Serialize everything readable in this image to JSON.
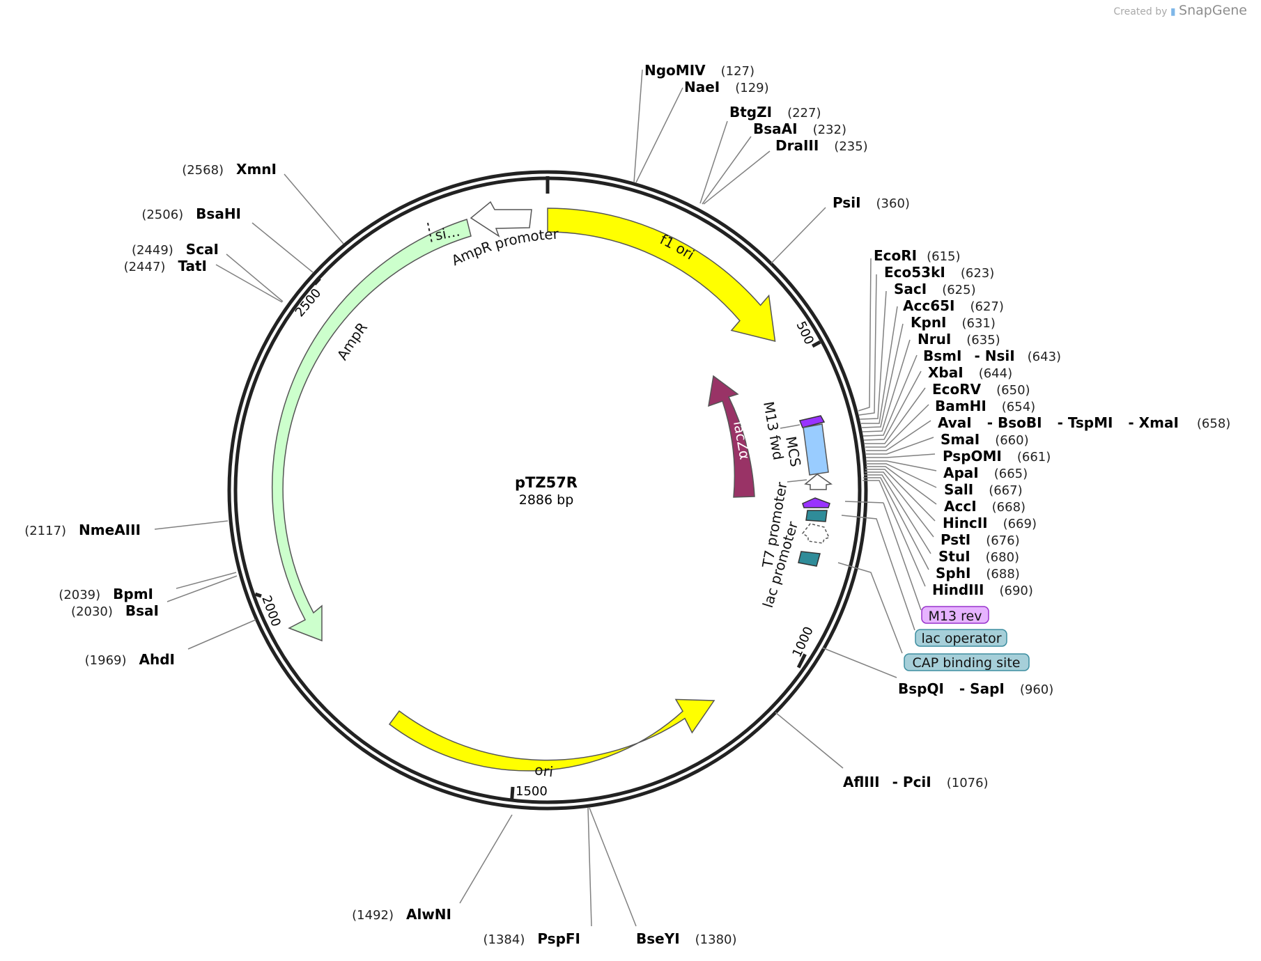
{
  "plasmid": {
    "name": "pTZ57R",
    "length_label": "2886 bp",
    "length": 2886
  },
  "watermark": {
    "prefix": "Created by",
    "brand": "SnapGene"
  },
  "scale_ticks": [
    {
      "bp": 500,
      "label": "500"
    },
    {
      "bp": 1000,
      "label": "1000"
    },
    {
      "bp": 1500,
      "label": "1500"
    },
    {
      "bp": 2000,
      "label": "2000"
    },
    {
      "bp": 2500,
      "label": "2500"
    }
  ],
  "features": [
    {
      "id": "f1-ori",
      "label": "f1 ori",
      "color": "#ffff00"
    },
    {
      "id": "ori",
      "label": "ori",
      "color": "#ffff00"
    },
    {
      "id": "ampr",
      "label": "AmpR",
      "color": "#ccffcc"
    },
    {
      "id": "signal",
      "label": "si…",
      "color": "#ccffcc"
    },
    {
      "id": "ampr-promoter",
      "label": "AmpR promoter",
      "color": "#ffffff"
    },
    {
      "id": "lacza",
      "label": "lacZα",
      "color": "#993366"
    },
    {
      "id": "m13-fwd",
      "label": "M13 fwd",
      "color": "#9933ff"
    },
    {
      "id": "mcs",
      "label": "MCS",
      "color": "#99ccff"
    },
    {
      "id": "t7-promoter",
      "label": "T7 promoter",
      "color": "#ffffff"
    },
    {
      "id": "lac-promoter",
      "label": "lac promoter",
      "color": "#ffffff"
    },
    {
      "id": "lac-operator",
      "label": "lac operator",
      "color": "#2f8c99"
    },
    {
      "id": "cap-site",
      "label": "CAP binding site",
      "color": "#2f8c99"
    }
  ],
  "badges": [
    {
      "label": "M13 rev",
      "fill": "#e6b3ff",
      "stroke": "#9933cc"
    },
    {
      "label": "lac operator",
      "fill": "#a6cfd9",
      "stroke": "#3d8ea0"
    },
    {
      "label": "CAP binding site",
      "fill": "#a6cfd9",
      "stroke": "#3d8ea0"
    }
  ],
  "enzymes": [
    {
      "names": [
        "NgoMIV"
      ],
      "position": "(127)"
    },
    {
      "names": [
        "NaeI"
      ],
      "position": "(129)"
    },
    {
      "names": [
        "BtgZI"
      ],
      "position": "(227)"
    },
    {
      "names": [
        "BsaAI"
      ],
      "position": "(232)"
    },
    {
      "names": [
        "DraIII"
      ],
      "position": "(235)"
    },
    {
      "names": [
        "PsiI"
      ],
      "position": "(360)"
    },
    {
      "names": [
        "EcoRI"
      ],
      "position": "(615)"
    },
    {
      "names": [
        "Eco53kI"
      ],
      "position": "(623)"
    },
    {
      "names": [
        "SacI"
      ],
      "position": "(625)"
    },
    {
      "names": [
        "Acc65I"
      ],
      "position": "(627)"
    },
    {
      "names": [
        "KpnI"
      ],
      "position": "(631)"
    },
    {
      "names": [
        "NruI"
      ],
      "position": "(635)"
    },
    {
      "names": [
        "BsmI",
        "- NsiI"
      ],
      "position": "(643)"
    },
    {
      "names": [
        "XbaI"
      ],
      "position": "(644)"
    },
    {
      "names": [
        "EcoRV"
      ],
      "position": "(650)"
    },
    {
      "names": [
        "BamHI"
      ],
      "position": "(654)"
    },
    {
      "names": [
        "AvaI",
        "- BsoBI",
        "- TspMI",
        "- XmaI"
      ],
      "position": "(658)"
    },
    {
      "names": [
        "SmaI"
      ],
      "position": "(660)"
    },
    {
      "names": [
        "PspOMI"
      ],
      "position": "(661)"
    },
    {
      "names": [
        "ApaI"
      ],
      "position": "(665)"
    },
    {
      "names": [
        "SalI"
      ],
      "position": "(667)"
    },
    {
      "names": [
        "AccI"
      ],
      "position": "(668)"
    },
    {
      "names": [
        "HincII"
      ],
      "position": "(669)"
    },
    {
      "names": [
        "PstI"
      ],
      "position": "(676)"
    },
    {
      "names": [
        "StuI"
      ],
      "position": "(680)"
    },
    {
      "names": [
        "SphI"
      ],
      "position": "(688)"
    },
    {
      "names": [
        "HindIII"
      ],
      "position": "(690)"
    },
    {
      "names": [
        "BspQI",
        "- SapI"
      ],
      "position": "(960)"
    },
    {
      "names": [
        "AflIII",
        "- PciI"
      ],
      "position": "(1076)"
    },
    {
      "names": [
        "BseYI"
      ],
      "position": "(1380)"
    },
    {
      "names": [
        "PspFI"
      ],
      "position": "(1384)"
    },
    {
      "names": [
        "AlwNI"
      ],
      "position": "(1492)"
    },
    {
      "names": [
        "AhdI"
      ],
      "position": "(1969)"
    },
    {
      "names": [
        "BsaI"
      ],
      "position": "(2030)"
    },
    {
      "names": [
        "BpmI"
      ],
      "position": "(2039)"
    },
    {
      "names": [
        "NmeAIII"
      ],
      "position": "(2117)"
    },
    {
      "names": [
        "TatI"
      ],
      "position": "(2447)"
    },
    {
      "names": [
        "ScaI"
      ],
      "position": "(2449)"
    },
    {
      "names": [
        "BsaHI"
      ],
      "position": "(2506)"
    },
    {
      "names": [
        "XmnI"
      ],
      "position": "(2568)"
    }
  ]
}
